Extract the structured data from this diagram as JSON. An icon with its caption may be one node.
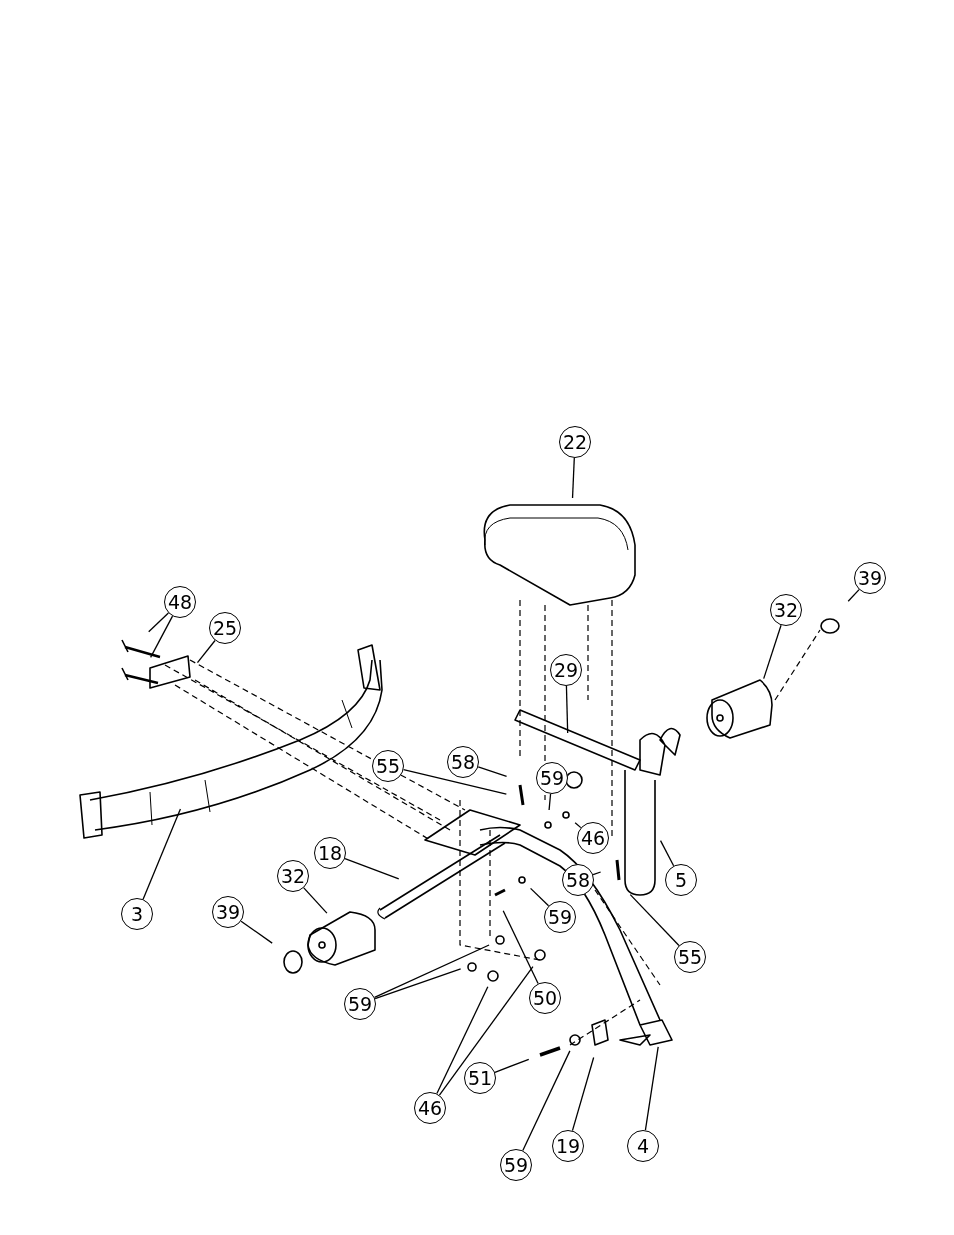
{
  "diagram": {
    "nodes": [
      {
        "text": [
          "22"
        ]
      },
      {
        "text": [
          "48"
        ]
      },
      {
        "text": [
          "25"
        ]
      },
      {
        "text": [
          "39"
        ]
      },
      {
        "text": [
          "32"
        ]
      },
      {
        "text": [
          "29"
        ]
      },
      {
        "text": [
          "58"
        ]
      },
      {
        "text": [
          "55"
        ]
      },
      {
        "text": [
          "59"
        ]
      },
      {
        "text": [
          "46"
        ]
      },
      {
        "text": [
          "5"
        ]
      },
      {
        "text": [
          "18"
        ]
      },
      {
        "text": [
          "58"
        ]
      },
      {
        "text": [
          "32"
        ]
      },
      {
        "text": [
          "39"
        ]
      },
      {
        "text": [
          "3"
        ]
      },
      {
        "text": [
          "59"
        ]
      },
      {
        "text": [
          "55"
        ]
      },
      {
        "text": [
          "50"
        ]
      },
      {
        "text": [
          "59"
        ]
      },
      {
        "text": [
          "46"
        ]
      },
      {
        "text": [
          "51"
        ]
      },
      {
        "text": [
          "59"
        ]
      },
      {
        "text": [
          "19"
        ]
      },
      {
        "text": [
          "4"
        ]
      }
    ],
    "edges": [
      {
        "from": 0,
        "to": null,
        "arrow": "none"
      },
      {
        "from": 1,
        "to": null,
        "arrow": "none"
      },
      {
        "from": 1,
        "to": null,
        "arrow": "none"
      },
      {
        "from": 2,
        "to": null,
        "arrow": "none"
      },
      {
        "from": 3,
        "to": null,
        "arrow": "none"
      },
      {
        "from": 4,
        "to": null,
        "arrow": "none"
      },
      {
        "from": 5,
        "to": null,
        "arrow": "none"
      },
      {
        "from": 6,
        "to": null,
        "arrow": "none"
      },
      {
        "from": 7,
        "to": null,
        "arrow": "none"
      },
      {
        "from": 8,
        "to": null,
        "arrow": "none"
      },
      {
        "from": 9,
        "to": null,
        "arrow": "none"
      },
      {
        "from": 10,
        "to": null,
        "arrow": "none"
      },
      {
        "from": 11,
        "to": null,
        "arrow": "none"
      },
      {
        "from": 12,
        "to": null,
        "arrow": "none"
      },
      {
        "from": 13,
        "to": null,
        "arrow": "none"
      },
      {
        "from": 14,
        "to": null,
        "arrow": "none"
      },
      {
        "from": 15,
        "to": null,
        "arrow": "none"
      },
      {
        "from": 16,
        "to": null,
        "arrow": "none"
      },
      {
        "from": 17,
        "to": null,
        "arrow": "none"
      },
      {
        "from": 18,
        "to": null,
        "arrow": "none"
      },
      {
        "from": 19,
        "to": null,
        "arrow": "none"
      },
      {
        "from": 19,
        "to": null,
        "arrow": "none"
      },
      {
        "from": 20,
        "to": null,
        "arrow": "none"
      },
      {
        "from": 20,
        "to": null,
        "arrow": "none"
      },
      {
        "from": 21,
        "to": null,
        "arrow": "none"
      },
      {
        "from": 22,
        "to": null,
        "arrow": "none"
      },
      {
        "from": 23,
        "to": null,
        "arrow": "none"
      },
      {
        "from": 24,
        "to": null,
        "arrow": "none"
      }
    ]
  }
}
